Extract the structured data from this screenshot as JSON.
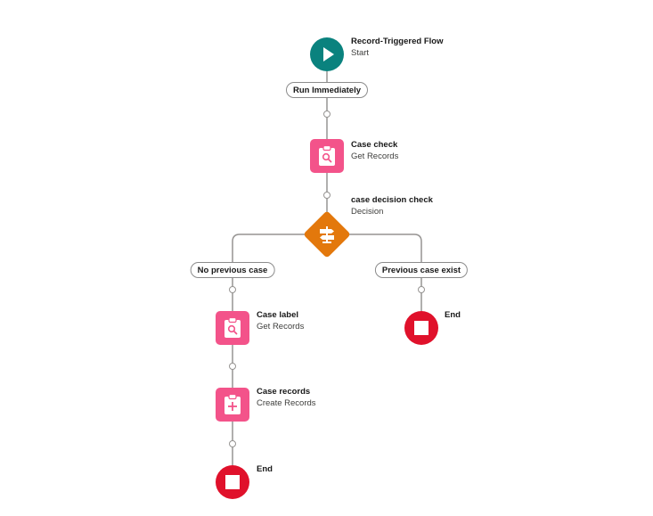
{
  "flow": {
    "start": {
      "title": "Record-Triggered Flow",
      "subtitle": "Start"
    },
    "run_path": {
      "label": "Run Immediately"
    },
    "case_check": {
      "title": "Case check",
      "subtitle": "Get Records"
    },
    "decision": {
      "title": "case decision check",
      "subtitle": "Decision"
    },
    "outcome_left": {
      "label": "No previous case"
    },
    "outcome_right": {
      "label": "Previous case exist"
    },
    "case_label": {
      "title": "Case label",
      "subtitle": "Get Records"
    },
    "case_records": {
      "title": "Case records",
      "subtitle": "Create Records"
    },
    "end_right": {
      "title": "End"
    },
    "end_left": {
      "title": "End"
    }
  },
  "colors": {
    "start": "#0a827e",
    "get_records": "#f3538a",
    "create_records": "#f3538a",
    "decision": "#e3780c",
    "end": "#e0112b",
    "connector": "#969492"
  },
  "icons": {
    "start": "play-icon",
    "get_records": "clipboard-search-icon",
    "create_records": "clipboard-plus-icon",
    "decision": "signpost-icon",
    "end": "stop-icon"
  }
}
